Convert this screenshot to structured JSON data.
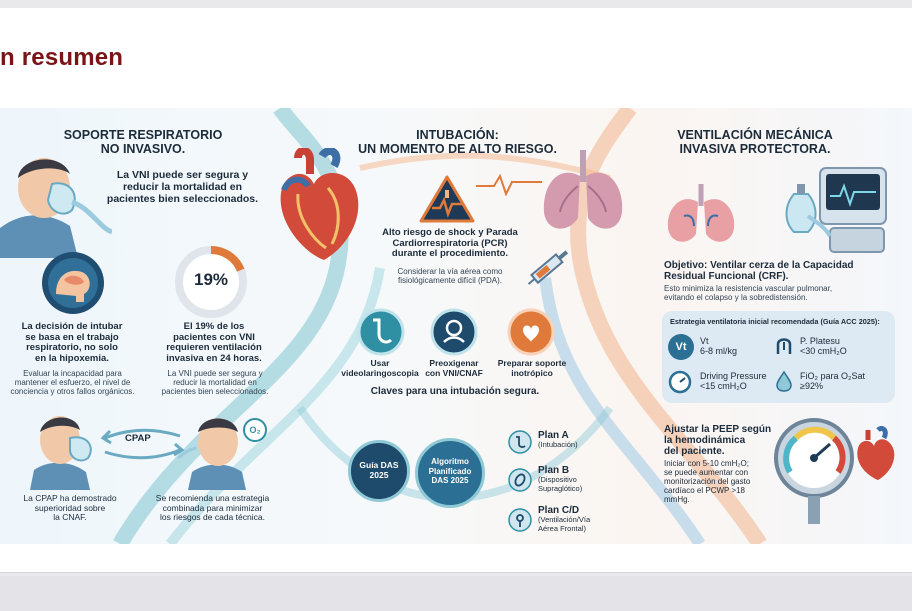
{
  "slide": {
    "title": "n resumen"
  },
  "colors": {
    "title": "#7a1416",
    "teal": "#2f8fa3",
    "navy": "#1e4a6b",
    "orange": "#e07a3a",
    "red": "#c94034"
  },
  "col1": {
    "header": [
      "SOPORTE RESPIRATORIO",
      "NO INVASIVO."
    ],
    "vni_text": [
      "La VNI puede ser segura y",
      "reducir la mortalidad en",
      "pacientes bien seleccionados."
    ],
    "percent": "19%",
    "brain_head": [
      "La decisión de intubar",
      "se basa en el trabajo",
      "respiratorio, no solo",
      "en la hipoxemia."
    ],
    "brain_body": [
      "Evaluar la incapacidad para",
      "mantener el esfuerzo, el nivel de",
      "conciencia y otros fallos orgánicos."
    ],
    "pct_head": [
      "El 19% de los",
      "pacientes con VNI",
      "requieren ventilación",
      "invasiva en 24 horas."
    ],
    "pct_body": [
      "La VNI puede ser segura y",
      "reducir la mortalidad en",
      "pacientes bien seleccionados."
    ],
    "cpap_label": "CPAP",
    "o2_label": "O₂",
    "cpap_text": [
      "La CPAP ha demostrado",
      "superioridad sobre",
      "la CNAF."
    ],
    "combo_text": [
      "Se recomienda una estrategia",
      "combinada para minimizar",
      "los riesgos de cada técnica."
    ]
  },
  "col2": {
    "header": [
      "INTUBACIÓN:",
      "UN MOMENTO DE ALTO RIESGO."
    ],
    "risk_head": [
      "Alto riesgo de shock y Parada",
      "Cardiorrespiratoria (PCR)",
      "durante el procedimiento."
    ],
    "risk_body": [
      "Considerar la vía aérea como",
      "fisiológicamente difícil (PDA)."
    ],
    "keys": [
      {
        "label": [
          "Usar",
          "videolaringoscopia"
        ]
      },
      {
        "label": [
          "Preoxigenar",
          "con VNI/CNAF"
        ]
      },
      {
        "label": [
          "Preparar soporte",
          "inotrópico"
        ]
      }
    ],
    "keys_caption": "Claves para una intubación segura.",
    "guia": [
      "Guía DAS",
      "2025"
    ],
    "algoritmo": [
      "Algoritmo",
      "Planificado",
      "DAS 2025"
    ],
    "plans": [
      {
        "title": "Plan A",
        "sub": [
          "(Intubación)"
        ]
      },
      {
        "title": "Plan B",
        "sub": [
          "(Dispositivo",
          "Supraglótico)"
        ]
      },
      {
        "title": "Plan C/D",
        "sub": [
          "(Ventilación/Vía",
          "Aérea Frontal)"
        ]
      }
    ]
  },
  "col3": {
    "header": [
      "VENTILACIÓN MECÁNICA",
      "INVASIVA PROTECTORA."
    ],
    "objective_head": [
      "Objetivo: Ventilar cerza de la Capacidad",
      "Residual Funcional (CRF)."
    ],
    "objective_body": [
      "Esto minimiza la resistencia vascular pulmonar,",
      "evitando el colapso y la sobredistensión."
    ],
    "strategy_title": "Estrategia ventilatoria inicial recomendada (Guía ACC 2025):",
    "vt_badge": "Vt",
    "vt_label": "Vt",
    "vt_value": "6-8 ml/kg",
    "platesu_label": "P. Platesu",
    "platesu_value": "<30 cmH₂O",
    "driving_label": "Driving Pressure",
    "driving_value": "<15 cmH₂O",
    "fio2_label": "FiO₂ para O₂Sat",
    "fio2_value": "≥92%",
    "peep_head": [
      "Ajustar la PEEP según",
      "la hemodinámica",
      "del paciente."
    ],
    "peep_body": [
      "Iniciar con 5-10 cmH₂O;",
      "se puede aumentar con",
      "monitorización del gasto",
      "cardíaco el PCWP >18",
      "mmHg."
    ]
  }
}
